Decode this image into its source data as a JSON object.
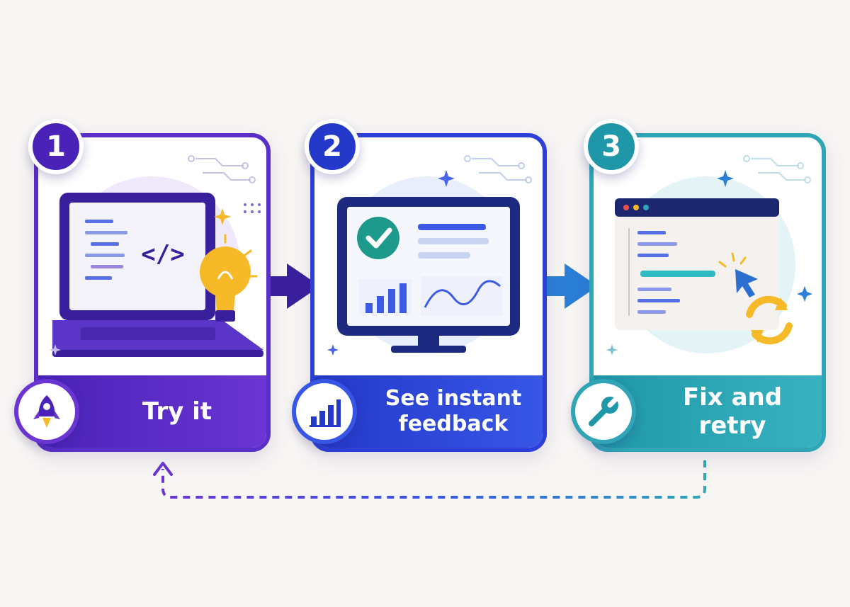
{
  "steps": [
    {
      "number": "1",
      "label": "Try it",
      "code_symbol": "</>",
      "art_icons": [
        "laptop-icon",
        "lightbulb-icon"
      ],
      "footer_icon": "rocket-icon",
      "color": "#5a2fc7"
    },
    {
      "number": "2",
      "label": "See instant feedback",
      "art_icons": [
        "monitor-icon",
        "checkmark-icon",
        "bar-chart-icon",
        "wave-chart-icon"
      ],
      "footer_icon": "bar-chart-icon",
      "color": "#2d3fd6"
    },
    {
      "number": "3",
      "label": "Fix and retry",
      "art_icons": [
        "browser-window-icon",
        "cursor-icon",
        "refresh-icon"
      ],
      "footer_icon": "wrench-icon",
      "color": "#2fa5b6"
    }
  ],
  "connectors": [
    "arrow-right-icon",
    "arrow-right-icon",
    "dashed-loop-back-arrow"
  ],
  "background": "#f8f6f4"
}
